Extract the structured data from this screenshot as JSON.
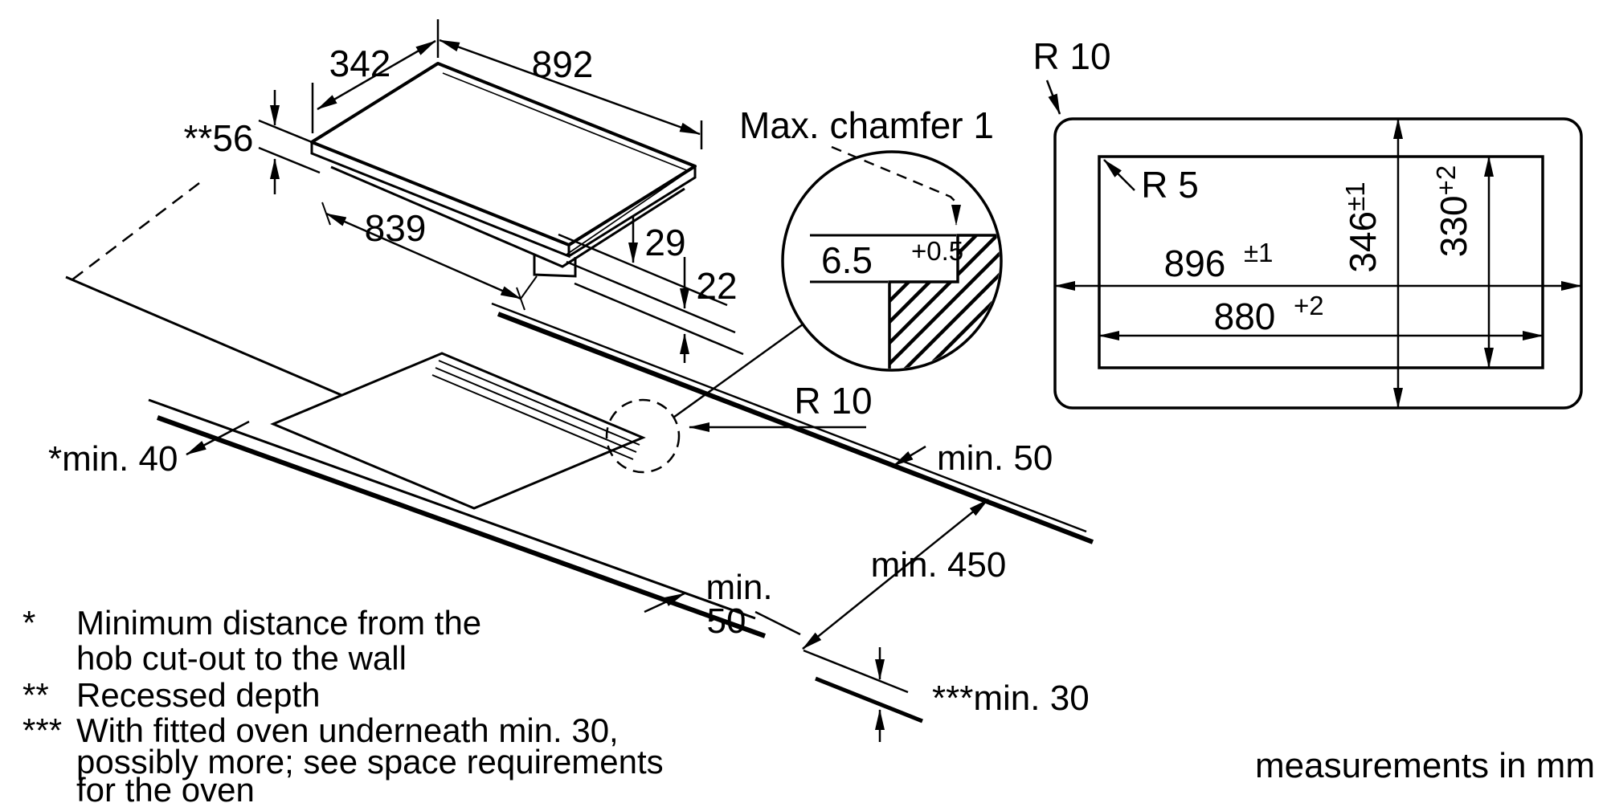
{
  "labels": {
    "hob": {
      "width": "892",
      "depth": "342",
      "recess_depth": "**56",
      "base_width": "839",
      "step_height_upper": "29",
      "step_height_lower": "22"
    },
    "detail": {
      "title": "Max. chamfer 1",
      "value": "6.5",
      "tolerance": "+0.5"
    },
    "plan": {
      "outer_radius": "R 10",
      "inner_radius": "R 5",
      "outer_width": "896",
      "outer_width_tol": "±1",
      "inner_width": "880",
      "inner_width_tol": "+2",
      "outer_height": "346",
      "outer_height_tol": "±1",
      "inner_height": "330",
      "inner_height_tol": "+2"
    },
    "clearances": {
      "cutout_radius": "R 10",
      "min_wall": "*min. 40",
      "min_front": "min. 50",
      "min_depth": "min. 450",
      "min_side_line1": "min.",
      "min_side_line2": "50",
      "min_below": "***min. 30"
    }
  },
  "footnotes": [
    {
      "marker": "*",
      "text": "Minimum distance from the"
    },
    {
      "marker": "",
      "text": "hob cut-out to the wall"
    },
    {
      "marker": "**",
      "text": "Recessed depth"
    },
    {
      "marker": "***",
      "text": "With fitted oven underneath min. 30,"
    },
    {
      "marker": "",
      "text": "possibly more; see space requirements"
    },
    {
      "marker": "",
      "text": "for the oven"
    }
  ],
  "footer": {
    "units_note": "measurements in mm"
  },
  "colors": {
    "line": "#000000",
    "background": "#ffffff"
  }
}
